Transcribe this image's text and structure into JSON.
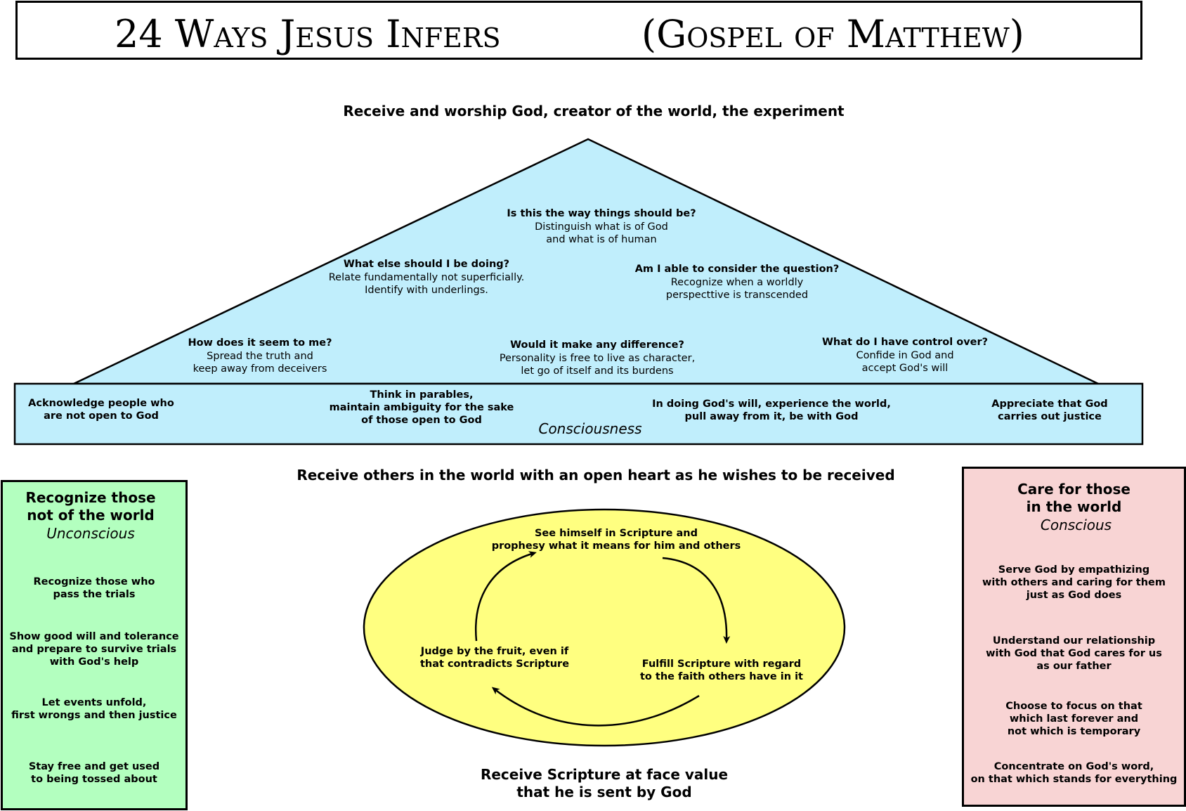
{
  "title": {
    "left": "24 Ways Jesus Infers",
    "right": "(Gospel of Matthew)"
  },
  "top_header": "Receive and worship God, creator of the world, the experiment",
  "triangle": {
    "items": [
      {
        "q": "Is this the way things should be?",
        "a1": "Distinguish what is of God",
        "a2": "and what is of human"
      },
      {
        "q": "What else should I be doing?",
        "a1": "Relate fundamentally not superficially.",
        "a2": "Identify with underlings."
      },
      {
        "q": "Am I able to consider the question?",
        "a1": "Recognize when a worldly",
        "a2": "perspecttive is transcended"
      },
      {
        "q": "How does it seem to me?",
        "a1": "Spread the truth and",
        "a2": "keep away from deceivers"
      },
      {
        "q": "Would it make any difference?",
        "a1": "Personality is free to live as character,",
        "a2": "let go of itself and its burdens"
      },
      {
        "q": "What do I have control over?",
        "a1": "Confide in God and",
        "a2": "accept God's will"
      }
    ]
  },
  "base": {
    "items": [
      {
        "l1": "Acknowledge people who",
        "l2": "are not open to God"
      },
      {
        "l1": "Think in parables,",
        "l2": "maintain ambiguity for the sake",
        "l3": "of those open to God"
      },
      {
        "l1": "In doing God's will, experience the world,",
        "l2": "pull away from it, be with God"
      },
      {
        "l1": "Appreciate that God",
        "l2": "carries out justice"
      }
    ],
    "label": "Consciousness"
  },
  "middle_header": "Receive others in the world with an open heart as he wishes to be received",
  "ellipse": {
    "top": {
      "l1": "See himself in Scripture and",
      "l2": "prophesy what it means for him and others"
    },
    "right": {
      "l1": "Fulfill Scripture with regard",
      "l2": "to the faith others have in it"
    },
    "left": {
      "l1": "Judge by the fruit, even if",
      "l2": "that contradicts Scripture"
    }
  },
  "bottom_header": {
    "l1": "Receive Scripture at face value",
    "l2": "that he is sent by God"
  },
  "left_box": {
    "title1": "Recognize those",
    "title2": "not of the world",
    "sub": "Unconscious",
    "items": [
      {
        "l1": "Recognize those who",
        "l2": "pass the trials"
      },
      {
        "l1": "Show good will and tolerance",
        "l2": "and prepare to survive trials",
        "l3": "with God's help"
      },
      {
        "l1": "Let events unfold,",
        "l2": "first wrongs and then justice"
      },
      {
        "l1": "Stay free and get used",
        "l2": "to being tossed about"
      }
    ]
  },
  "right_box": {
    "title1": "Care for those",
    "title2": "in the world",
    "sub": "Conscious",
    "items": [
      {
        "l1": "Serve God by empathizing",
        "l2": "with others and caring for them",
        "l3": "just as God does"
      },
      {
        "l1": "Understand our relationship",
        "l2": "with God that God cares for us",
        "l3": "as our father"
      },
      {
        "l1": "Choose to focus on that",
        "l2": "which last forever and",
        "l3": "not which is temporary"
      },
      {
        "l1": "Concentrate on God's word,",
        "l2": "on that which stands for everything"
      }
    ]
  },
  "colors": {
    "triangle_fill": "#c0eefc",
    "left_box_fill": "#b3ffbf",
    "right_box_fill": "#f8d4d4",
    "ellipse_fill": "#ffff80"
  }
}
